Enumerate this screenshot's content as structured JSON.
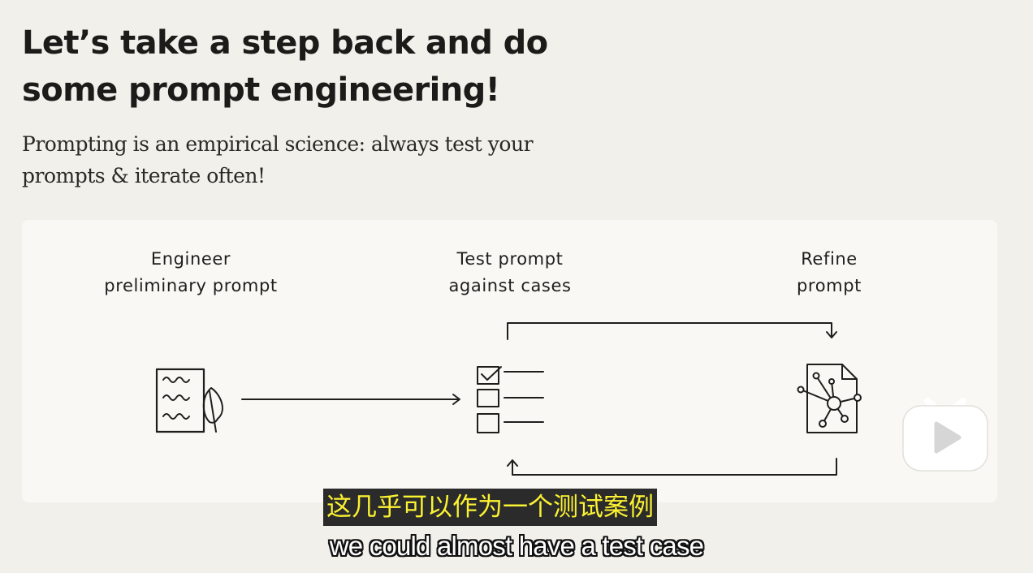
{
  "slide": {
    "title": "Let’s take a step back and do some prompt engineering!",
    "subtitle": "Prompting is an empirical science: always test your prompts & iterate often!"
  },
  "diagram": {
    "steps": [
      {
        "line1": "Engineer",
        "line2": "preliminary prompt",
        "icon": "handwritten-document-icon"
      },
      {
        "line1": "Test prompt",
        "line2": "against cases",
        "icon": "checklist-icon"
      },
      {
        "line1": "Refine",
        "line2": "prompt",
        "icon": "network-document-icon"
      }
    ],
    "ink_color": "#1f1e1c"
  },
  "player": {
    "badge_icon": "tv-play-icon",
    "badge_color": "#ffffff"
  },
  "captions": {
    "chinese": "这几乎可以作为一个测试案例",
    "english": "we could almost have a test case",
    "chinese_color": "#fbf231"
  }
}
